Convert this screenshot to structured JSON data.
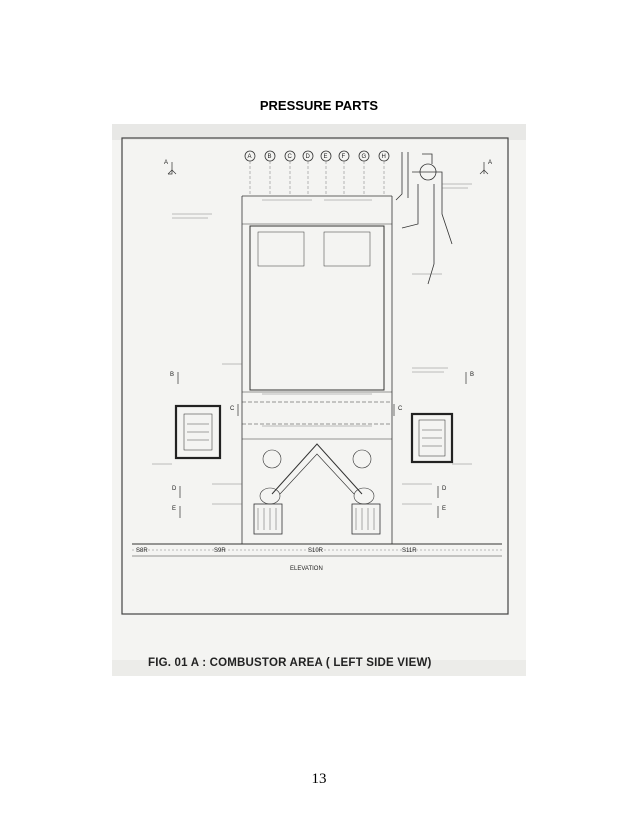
{
  "page": {
    "header": "PRESSURE PARTS",
    "caption": "FIG. 01 A : COMBUSTOR AREA ( LEFT SIDE VIEW)",
    "page_number": "13"
  },
  "drawing": {
    "column_markers": [
      "A",
      "B",
      "C",
      "D",
      "E",
      "F",
      "G",
      "H"
    ],
    "section_markers": [
      "A",
      "A",
      "B",
      "B",
      "C",
      "C",
      "D",
      "D",
      "E",
      "E"
    ],
    "elevation_title": "ELEVATION",
    "bottom_labels": [
      "S8R",
      "S9R",
      "S10R",
      "S11R"
    ]
  }
}
